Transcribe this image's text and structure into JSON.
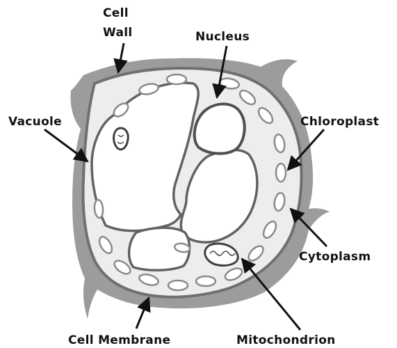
{
  "diagram": {
    "labels": {
      "cell_wall_line1": "Cell",
      "cell_wall_line2": "Wall",
      "nucleus": "Nucleus",
      "vacuole": "Vacuole",
      "chloroplast": "Chloroplast",
      "cytoplasm": "Cytoplasm",
      "cell_membrane": "Cell Membrane",
      "mitochondrion": "Mitochondrion"
    },
    "colors": {
      "cell_wall": "#9a9a9a",
      "cytoplasm": "#efefef",
      "membrane": "#6e6e6e",
      "outline": "#505050",
      "vacuole": "#ffffff",
      "organelle": "#ffffff",
      "arrow": "#111111",
      "text": "#111111"
    }
  }
}
